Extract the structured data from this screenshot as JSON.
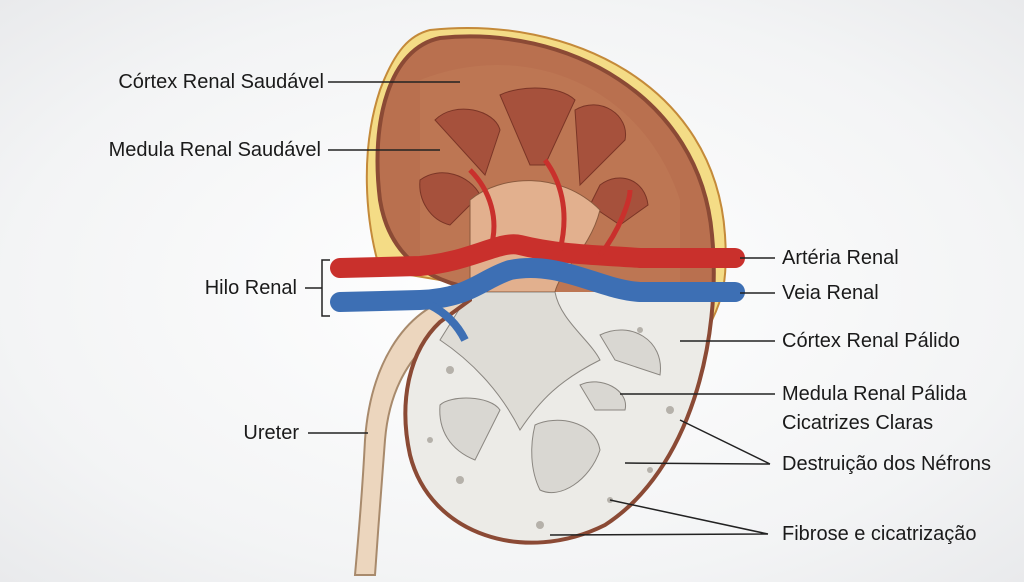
{
  "labels_left": {
    "cortex_healthy": "Córtex Renal Saudável",
    "medulla_healthy": "Medula Renal Saudável",
    "hilum": "Hilo Renal",
    "ureter": "Ureter"
  },
  "labels_right": {
    "artery": "Artéria Renal",
    "vein": "Veia Renal",
    "cortex_pale": "Córtex Renal Pálido",
    "medulla_pale": "Medula Renal Pálida",
    "scars": "Cicatrizes Claras",
    "nephron_destruction": "Destruição dos Néfrons",
    "fibrosis": "Fibrose e cicatrização"
  },
  "colors": {
    "healthy_cortex": "#b9704f",
    "healthy_medulla": "#a6513c",
    "pale_cortex": "#ecebe7",
    "pale_medulla": "#d9d7d2",
    "fat": "#f4dc86",
    "artery": "#c9302c",
    "vein": "#3d6fb4",
    "ureter": "#ecd6be"
  }
}
